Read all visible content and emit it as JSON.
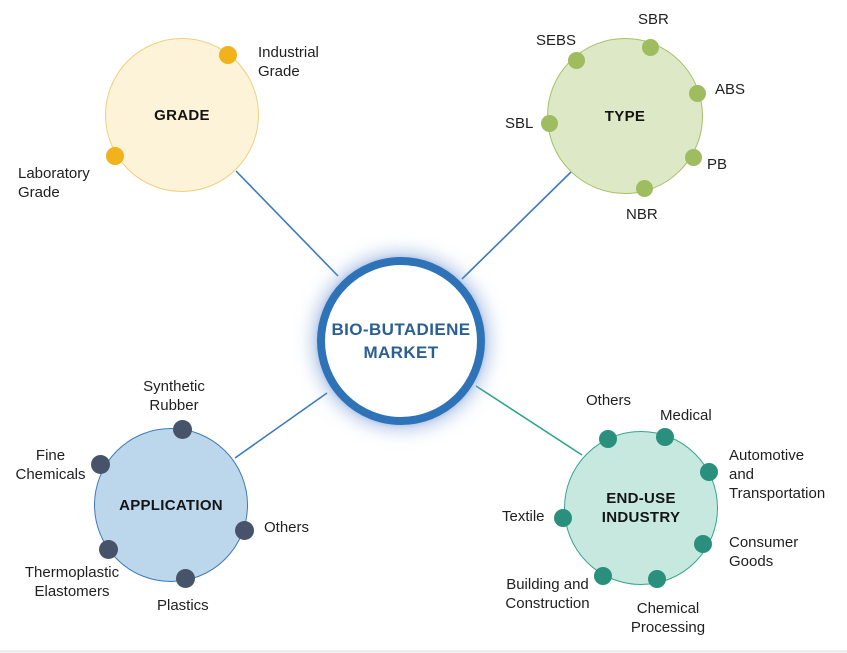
{
  "hub": {
    "title": "BIO-BUTADIENE MARKET"
  },
  "nodes": {
    "grade": {
      "title": "GRADE",
      "items": {
        "industrial": "Industrial Grade",
        "laboratory": "Laboratory Grade"
      }
    },
    "type": {
      "title": "TYPE",
      "items": {
        "sbr": "SBR",
        "sebs": "SEBS",
        "abs": "ABS",
        "sbl": "SBL",
        "pb": "PB",
        "nbr": "NBR"
      }
    },
    "application": {
      "title": "APPLICATION",
      "items": {
        "synthetic_rubber": "Synthetic Rubber",
        "fine_chemicals": "Fine Chemicals",
        "others": "Others",
        "thermoplastic_elastomers": "Thermoplastic Elastomers",
        "plastics": "Plastics"
      }
    },
    "end_use_industry": {
      "title": "END-USE INDUSTRY",
      "items": {
        "others": "Others",
        "medical": "Medical",
        "automotive_and_transportation": "Automotive and Transportation",
        "textile": "Textile",
        "consumer_goods": "Consumer Goods",
        "building_and_construction": "Building and Construction",
        "chemical_processing": "Chemical Processing"
      }
    }
  },
  "colors": {
    "hub-border": "#2e72b8",
    "hub-text": "#2a5f94",
    "grade-fill": "#fdf3d9",
    "grade-border": "#f0cf7e",
    "grade-dot": "#f2b21c",
    "type-fill": "#dce8c6",
    "type-border": "#a5c163",
    "type-dot": "#9fbc5f",
    "application-fill": "#bcd7ec",
    "application-border": "#3d7ab8",
    "application-dot": "#46536b",
    "enduse-fill": "#c6e8df",
    "enduse-border": "#35a48e",
    "enduse-dot": "#2a8f7c",
    "connector-blue": "#3a7abf",
    "connector-teal": "#2aa58b",
    "label-text": "#1f1f1f",
    "page-bg": "#ffffff"
  }
}
